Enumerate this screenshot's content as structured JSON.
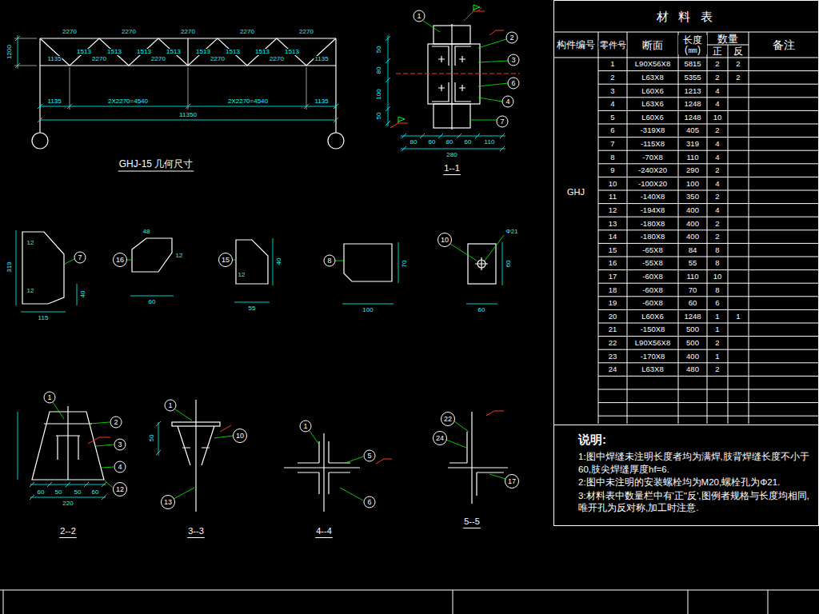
{
  "diagram": {
    "nodes": [
      {
        "text": [
          "材 料 表"
        ]
      },
      {
        "text": [
          "说明:",
          "1:图中焊缝未注明长度者均为满焊,肢背焊缝长度不小于60,肢尖焊缝厚度hf=6.",
          "2:图中未注明的安装螺栓均为M20,螺栓孔为Φ21.",
          "3:材料表中数量栏中有'正''反',图例者规格与长度均相同,唯开孔为反对称,加工时注意."
        ],
        "in": 0
      }
    ],
    "labels": [
      "1200",
      "2270",
      "2270",
      "2270",
      "2270",
      "2270",
      "1513",
      "1513",
      "1513",
      "1513",
      "1513",
      "1513",
      "1513",
      "1513",
      "1135",
      "2270",
      "2270",
      "2270",
      "2270",
      "1135",
      "1135",
      "2X2270=4540",
      "2X2270=4540",
      "1135",
      "11350",
      "GHJ-15 几何尺寸",
      "1",
      "2",
      "3",
      "4",
      "6",
      "7",
      "50",
      "80",
      "100",
      "50",
      "80",
      "60",
      "80",
      "60",
      "110",
      "280",
      "1--1",
      "7",
      "319",
      "115",
      "12",
      "12",
      "40",
      "16",
      "48",
      "60",
      "12",
      "15",
      "40",
      "55",
      "12",
      "8",
      "100",
      "70",
      "10",
      "60",
      "60",
      "Φ21",
      "1",
      "2",
      "3",
      "4",
      "12",
      "60",
      "50",
      "50",
      "60",
      "220",
      "2--2",
      "1",
      "10",
      "13",
      "50",
      "3--3",
      "1",
      "5",
      "6",
      "4--4",
      "22",
      "24",
      "17",
      "5--5",
      "构件编号",
      "零件号",
      "断面",
      "长度 (㎜)",
      "数量",
      "正",
      "反",
      "备注",
      "GHJ",
      "1",
      "L90X56X8",
      "5815",
      "2",
      "2",
      "2",
      "L63X8",
      "5355",
      "2",
      "2",
      "3",
      "L60X6",
      "1213",
      "4",
      "4",
      "L63X6",
      "1248",
      "4",
      "5",
      "L60X6",
      "1248",
      "10",
      "6",
      "-319X8",
      "405",
      "2",
      "7",
      "-115X8",
      "319",
      "4",
      "8",
      "-70X8",
      "110",
      "4",
      "9",
      "-240X20",
      "290",
      "2",
      "10",
      "-100X20",
      "100",
      "4",
      "11",
      "-140X8",
      "350",
      "2",
      "12",
      "-194X8",
      "400",
      "4",
      "13",
      "-180X8",
      "400",
      "2",
      "14",
      "-180X8",
      "400",
      "2",
      "15",
      "-65X8",
      "84",
      "8",
      "16",
      "-55X8",
      "55",
      "8",
      "17",
      "-60X8",
      "110",
      "10",
      "18",
      "-60X8",
      "70",
      "8",
      "19",
      "-60X8",
      "60",
      "6",
      "20",
      "L60X6",
      "1248",
      "1",
      "1",
      "21",
      "-150X8",
      "500",
      "1",
      "22",
      "L90X56X8",
      "500",
      "2",
      "23",
      "-170X8",
      "400",
      "1",
      "24",
      "L63X8",
      "480",
      "2"
    ]
  }
}
